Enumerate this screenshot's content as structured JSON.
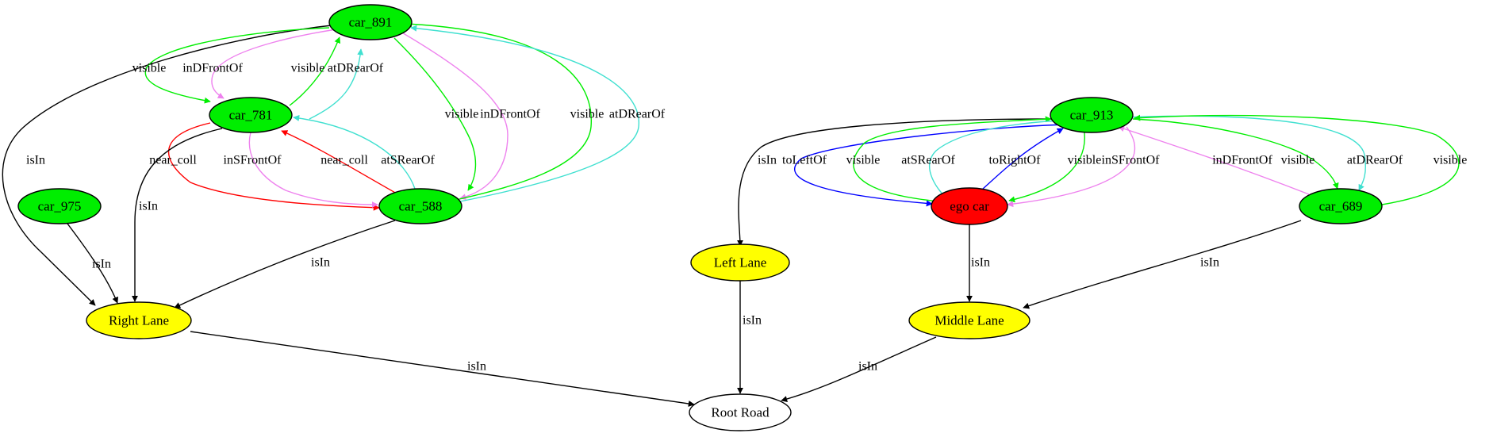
{
  "colors": {
    "vehicle_fill": "#00ee00",
    "ego_fill": "#ff0000",
    "lane_fill": "#ffff00",
    "road_fill": "#ffffff",
    "isIn": "#000000",
    "visible": "#00ee00",
    "inDFrontOf": "#ee82ee",
    "inSFrontOf": "#ee82ee",
    "atDRearOf": "#40e0d0",
    "atSRearOf": "#40e0d0",
    "near_coll": "#ff0000",
    "toLeftOf": "#0000ff",
    "toRightOf": "#0000ff"
  },
  "nodes": [
    {
      "id": "car_891",
      "label": "car_891",
      "kind": "vehicle"
    },
    {
      "id": "car_781",
      "label": "car_781",
      "kind": "vehicle"
    },
    {
      "id": "car_975",
      "label": "car_975",
      "kind": "vehicle"
    },
    {
      "id": "car_588",
      "label": "car_588",
      "kind": "vehicle"
    },
    {
      "id": "car_913",
      "label": "car_913",
      "kind": "vehicle"
    },
    {
      "id": "ego_car",
      "label": "ego car",
      "kind": "ego"
    },
    {
      "id": "car_689",
      "label": "car_689",
      "kind": "vehicle"
    },
    {
      "id": "left_lane",
      "label": "Left Lane",
      "kind": "lane"
    },
    {
      "id": "middle_lane",
      "label": "Middle Lane",
      "kind": "lane"
    },
    {
      "id": "right_lane",
      "label": "Right Lane",
      "kind": "lane"
    },
    {
      "id": "root_road",
      "label": "Root Road",
      "kind": "road"
    }
  ],
  "edges": [
    {
      "from": "car_891",
      "to": "right_lane",
      "label": "isIn",
      "relation": "isIn"
    },
    {
      "from": "car_891",
      "to": "car_781",
      "label": "visible",
      "relation": "visible"
    },
    {
      "from": "car_891",
      "to": "car_781",
      "label": "inDFrontOf",
      "relation": "inDFrontOf"
    },
    {
      "from": "car_781",
      "to": "car_891",
      "label": "visible",
      "relation": "visible"
    },
    {
      "from": "car_781",
      "to": "car_891",
      "label": "atDRearOf",
      "relation": "atDRearOf"
    },
    {
      "from": "car_891",
      "to": "car_588",
      "label": "visible",
      "relation": "visible"
    },
    {
      "from": "car_891",
      "to": "car_588",
      "label": "inDFrontOf",
      "relation": "inDFrontOf"
    },
    {
      "from": "car_588",
      "to": "car_891",
      "label": "visible",
      "relation": "visible"
    },
    {
      "from": "car_588",
      "to": "car_891",
      "label": "atDRearOf",
      "relation": "atDRearOf"
    },
    {
      "from": "car_781",
      "to": "car_588",
      "label": "near_coll",
      "relation": "near_coll"
    },
    {
      "from": "car_781",
      "to": "car_588",
      "label": "inSFrontOf",
      "relation": "inSFrontOf"
    },
    {
      "from": "car_588",
      "to": "car_781",
      "label": "near_coll",
      "relation": "near_coll"
    },
    {
      "from": "car_588",
      "to": "car_781",
      "label": "atSRearOf",
      "relation": "atSRearOf"
    },
    {
      "from": "car_781",
      "to": "right_lane",
      "label": "isIn",
      "relation": "isIn"
    },
    {
      "from": "car_975",
      "to": "right_lane",
      "label": "isIn",
      "relation": "isIn"
    },
    {
      "from": "car_588",
      "to": "right_lane",
      "label": "isIn",
      "relation": "isIn"
    },
    {
      "from": "right_lane",
      "to": "root_road",
      "label": "isIn",
      "relation": "isIn"
    },
    {
      "from": "car_913",
      "to": "left_lane",
      "label": "isIn",
      "relation": "isIn"
    },
    {
      "from": "car_913",
      "to": "ego_car",
      "label": "toLeftOf",
      "relation": "toLeftOf"
    },
    {
      "from": "ego_car",
      "to": "car_913",
      "label": "visible",
      "relation": "visible"
    },
    {
      "from": "ego_car",
      "to": "car_913",
      "label": "atSRearOf",
      "relation": "atSRearOf"
    },
    {
      "from": "ego_car",
      "to": "car_913",
      "label": "toRightOf",
      "relation": "toRightOf"
    },
    {
      "from": "car_913",
      "to": "ego_car",
      "label": "visible",
      "relation": "visible"
    },
    {
      "from": "car_913",
      "to": "ego_car",
      "label": "inSFrontOf",
      "relation": "inSFrontOf"
    },
    {
      "from": "car_689",
      "to": "car_913",
      "label": "inDFrontOf",
      "relation": "inDFrontOf"
    },
    {
      "from": "car_913",
      "to": "car_689",
      "label": "visible",
      "relation": "visible"
    },
    {
      "from": "car_913",
      "to": "car_689",
      "label": "atDRearOf",
      "relation": "atDRearOf"
    },
    {
      "from": "car_689",
      "to": "car_913",
      "label": "visible",
      "relation": "visible"
    },
    {
      "from": "ego_car",
      "to": "middle_lane",
      "label": "isIn",
      "relation": "isIn"
    },
    {
      "from": "car_689",
      "to": "middle_lane",
      "label": "isIn",
      "relation": "isIn"
    },
    {
      "from": "left_lane",
      "to": "root_road",
      "label": "isIn",
      "relation": "isIn"
    },
    {
      "from": "middle_lane",
      "to": "root_road",
      "label": "isIn",
      "relation": "isIn"
    }
  ]
}
